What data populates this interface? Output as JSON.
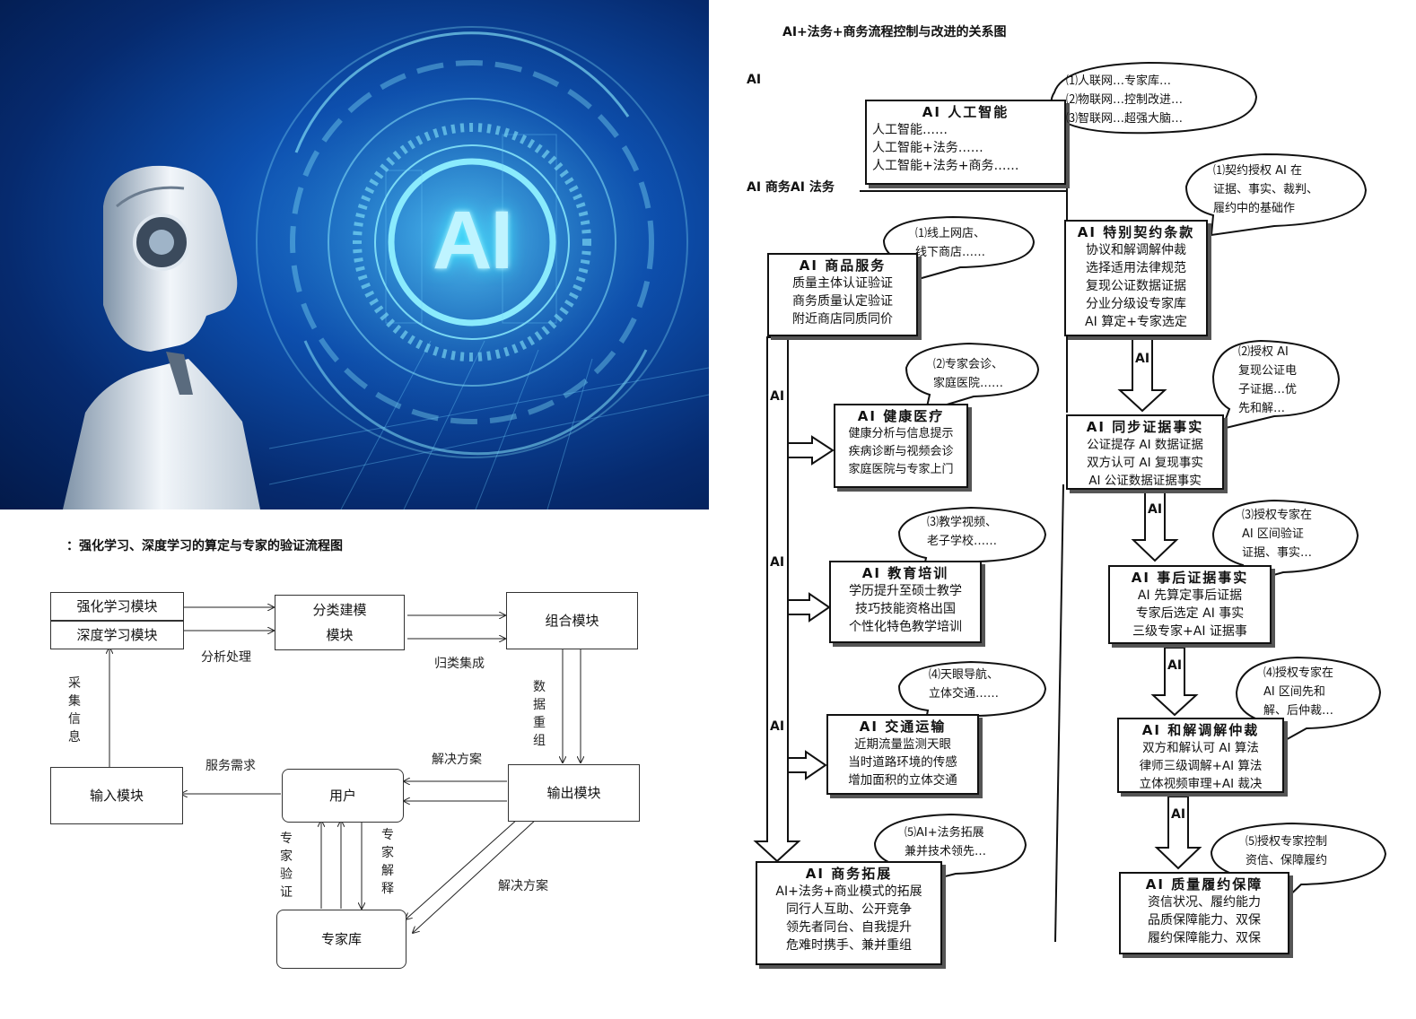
{
  "hero": {
    "ai_text": "AI"
  },
  "flow": {
    "title": "：强化学习、深度学习的算定与专家的验证流程图",
    "boxes": {
      "rl": "强化学习模块",
      "dl": "深度学习模块",
      "classify": "分类建模模块",
      "combine": "组合模块",
      "input": "输入模块",
      "user": "用户",
      "output": "输出模块",
      "experts": "专家库"
    },
    "labels": {
      "analysis": "分析处理",
      "integrate": "归类集成",
      "collect": "采集信息",
      "data_regroup": "数据重组",
      "service_need": "服务需求",
      "solution1": "解决方案",
      "solution2": "解决方案",
      "expert_verify": "专家验证",
      "expert_explain": "专家解释"
    }
  },
  "right": {
    "title": "AI+法务+商务流程控制与改进的关系图",
    "side_ai": "AI",
    "side_biz_law": "AI 商务AI 法务",
    "arrow_label": "AI",
    "ai_main": {
      "title": "AI 人工智能",
      "lines": [
        "人工智能……",
        "人工智能+法务……",
        "人工智能+法务+商务……"
      ]
    },
    "bubble_main": [
      "⑴人联网…专家库…",
      "⑵物联网…控制改进…",
      "⑶智联网…超强大脑…"
    ],
    "goods": {
      "title": "AI 商品服务",
      "lines": [
        "质量主体认证验证",
        "商务质量认定验证",
        "附近商店同质同价"
      ]
    },
    "bubble_goods": [
      "⑴线上网店、",
      "线下商店……"
    ],
    "health": {
      "title": "AI 健康医疗",
      "lines": [
        "健康分析与信息提示",
        "疾病诊断与视频会诊",
        "家庭医院与专家上门"
      ]
    },
    "bubble_health": [
      "⑵专家会诊、",
      "家庭医院……"
    ],
    "edu": {
      "title": "AI 教育培训",
      "lines": [
        "学历提升至硕士教学",
        "技巧技能资格出国",
        "个性化特色教学培训"
      ]
    },
    "bubble_edu": [
      "⑶教学视频、",
      "老子学校……"
    ],
    "traffic": {
      "title": "AI 交通运输",
      "lines": [
        "近期流量监测天眼",
        "当时道路环境的传感",
        "增加面积的立体交通"
      ]
    },
    "bubble_traffic": [
      "⑷天眼导航、",
      "立体交通……"
    ],
    "expand": {
      "title": "AI 商务拓展",
      "lines": [
        "AI+法务+商业模式的拓展",
        "同行人互助、公开竞争",
        "领先者同台、自我提升",
        "危难时携手、兼并重组"
      ]
    },
    "bubble_expand": [
      "⑸AI+法务拓展",
      "兼并技术领先…"
    ],
    "contract": {
      "title": "AI 特别契约条款",
      "lines": [
        "协议和解调解仲裁",
        "选择适用法律规范",
        "复现公证数据证据",
        "分业分级设专家库",
        "AI 算定+专家选定"
      ]
    },
    "bubble_contract": [
      "⑴契约授权 AI 在",
      "证据、事实、裁判、",
      "履约中的基础作"
    ],
    "sync": {
      "title": "AI 同步证据事实",
      "lines": [
        "公证提存 AI 数据证据",
        "双方认可 AI 复现事实",
        "AI 公证数据证据事实"
      ]
    },
    "bubble_sync": [
      "⑵授权 AI",
      "复现公证电",
      "子证据…优",
      "先和解…"
    ],
    "after": {
      "title": "AI 事后证据事实",
      "lines": [
        "AI 先算定事后证据",
        "专家后选定 AI 事实",
        "三级专家+AI 证据事"
      ]
    },
    "bubble_after": [
      "⑶授权专家在",
      "AI 区间验证",
      "证据、事实…"
    ],
    "mediate": {
      "title": "AI 和解调解仲裁",
      "lines": [
        "双方和解认可 AI 算法",
        "律师三级调解+AI 算法",
        "立体视频审理+AI 裁决"
      ]
    },
    "bubble_mediate": [
      "⑷授权专家在",
      "AI 区间先和",
      "解、后仲裁…"
    ],
    "quality": {
      "title": "AI 质量履约保障",
      "lines": [
        "资信状况、履约能力",
        "品质保障能力、双保",
        "履约保障能力、双保"
      ]
    },
    "bubble_quality": [
      "⑸授权专家控制",
      "资信、保障履约"
    ]
  }
}
